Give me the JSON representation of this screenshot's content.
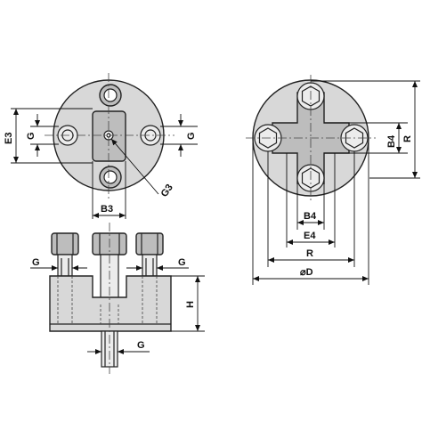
{
  "labels": {
    "e3": "E3",
    "g_top_left": "G",
    "g_top_right": "G",
    "b3": "B3",
    "g3": "G3",
    "b4_right": "B4",
    "r_right": "R",
    "b4_bottom": "B4",
    "e4": "E4",
    "r_bottom": "R",
    "d": "⌀D",
    "g_side_left": "G",
    "g_side_right": "G",
    "h": "H",
    "g_shaft": "G"
  },
  "colors": {
    "body_fill": "#d8d8d8",
    "line": "#222222"
  }
}
